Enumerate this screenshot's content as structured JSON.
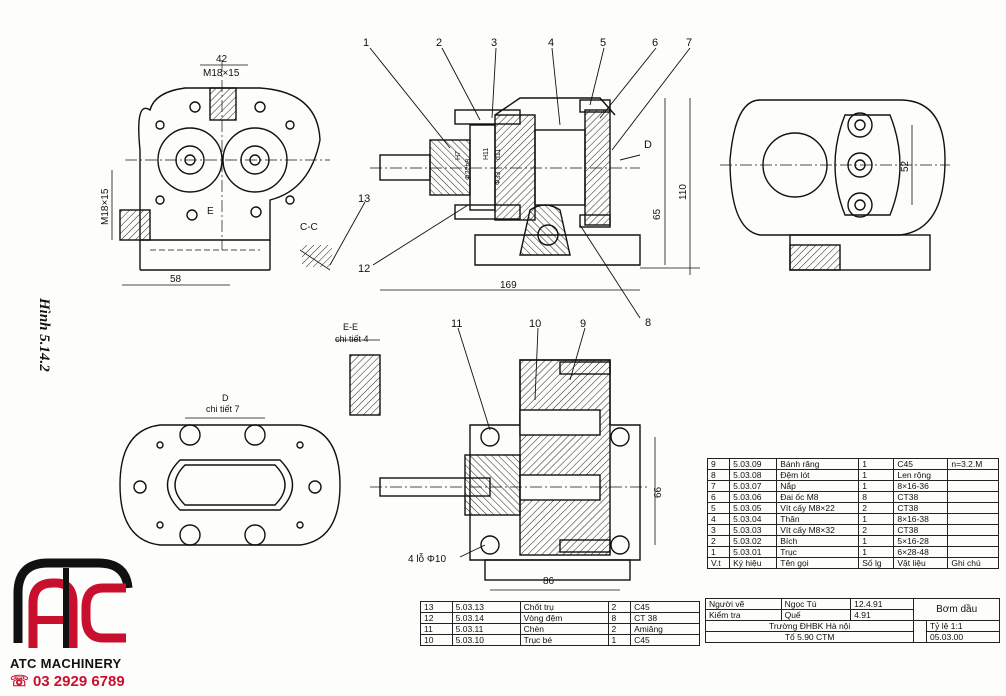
{
  "drawing": {
    "figure_caption": "Hình 5.14.2",
    "balloons": [
      "1",
      "2",
      "3",
      "4",
      "5",
      "6",
      "7",
      "8",
      "9",
      "10",
      "11",
      "12",
      "13"
    ],
    "dims": {
      "d42": "42",
      "m18x15_top": "M18×15",
      "m18x15_side": "M18×15",
      "d58": "58",
      "d169": "169",
      "d110": "110",
      "d65": "65",
      "d52": "52",
      "d66": "66",
      "d86": "86",
      "holes": "4 lỗ Φ10",
      "arrow_d": "D",
      "e_label": "E",
      "fit_h7": "H7",
      "fit_g22": "Φ22h8",
      "fit_h11": "H11",
      "fit_d11": "d11",
      "fit_d33": "Φ33"
    },
    "sections": {
      "cc": "C-C",
      "ee_title": "E-E",
      "ee_sub": "chi tiết 4",
      "d_title": "D",
      "d_sub": "chi tiết 7"
    }
  },
  "parts_upper": [
    [
      "9",
      "5.03.09",
      "Bánh răng",
      "1",
      "C45",
      "n=3.2.M"
    ],
    [
      "8",
      "5.03.08",
      "Đệm lót",
      "1",
      "Len rộng",
      ""
    ],
    [
      "7",
      "5.03.07",
      "Nắp",
      "1",
      "8×16-36",
      ""
    ],
    [
      "6",
      "5.03.06",
      "Đai ốc M8",
      "8",
      "CT38",
      ""
    ],
    [
      "5",
      "5.03.05",
      "Vít cấy M8×22",
      "2",
      "CT38",
      ""
    ],
    [
      "4",
      "5.03.04",
      "Thân",
      "1",
      "8×16-38",
      ""
    ],
    [
      "3",
      "5.03.03",
      "Vít cấy M8×32",
      "2",
      "CT38",
      ""
    ],
    [
      "2",
      "5.03.02",
      "Bích",
      "1",
      "5×16-28",
      ""
    ],
    [
      "1",
      "5.03.01",
      "Trục",
      "1",
      "6×28-48",
      ""
    ]
  ],
  "parts_header": [
    "V.t",
    "Ký hiệu",
    "Tên gọi",
    "Số lg",
    "Vật liệu",
    "Ghi chú"
  ],
  "parts_lower": [
    [
      "13",
      "5.03.13",
      "Chốt trụ",
      "2",
      "C45"
    ],
    [
      "12",
      "5.03.14",
      "Vòng đệm",
      "8",
      "CT 38"
    ],
    [
      "11",
      "5.03.11",
      "Chèn",
      "2",
      "Amiăng"
    ],
    [
      "10",
      "5.03.10",
      "Trục bé",
      "1",
      "C45"
    ]
  ],
  "title_block": {
    "drawn_label": "Người vẽ",
    "drawn_name": "Ngọc Tú",
    "drawn_date": "12.4.91",
    "check_label": "Kiểm tra",
    "check_name": "Quế",
    "check_date": "4.91",
    "title": "Bơm dầu",
    "school": "Trường ĐHBK Hà nội",
    "group": "Tổ 5.90 CTM",
    "scale": "Tỷ lệ 1:1",
    "code": "05.03.00"
  },
  "brand": {
    "name": "ATC MACHINERY",
    "phone": "03 2929 6789",
    "color_red": "#c8102e",
    "color_black": "#111111"
  }
}
